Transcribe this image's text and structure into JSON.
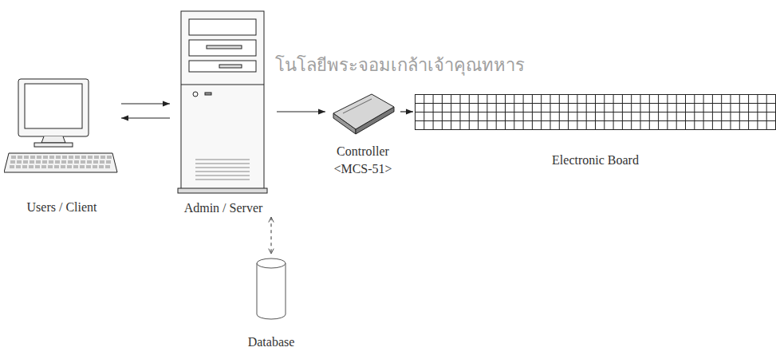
{
  "diagram": {
    "nodes": [
      {
        "text": [
          "Users / Client"
        ]
      },
      {
        "text": [
          "Admin / Server"
        ]
      },
      {
        "text": [
          "Controller",
          "<MCS-51>"
        ]
      },
      {
        "text": [
          "Electronic Board"
        ]
      },
      {
        "text": [
          "Database"
        ]
      }
    ],
    "edges": [
      {
        "from": 0,
        "to": 1,
        "arrow": "to"
      },
      {
        "from": 1,
        "to": 0,
        "arrow": "to"
      },
      {
        "from": 1,
        "to": 2,
        "arrow": "to"
      },
      {
        "from": 2,
        "to": 3,
        "arrow": "to"
      },
      {
        "from": 1,
        "to": 4,
        "arrow": "both"
      }
    ],
    "labels": [
      "โนโลยีพระจอมเกล้าเจ้าคุณทหาร"
    ]
  }
}
